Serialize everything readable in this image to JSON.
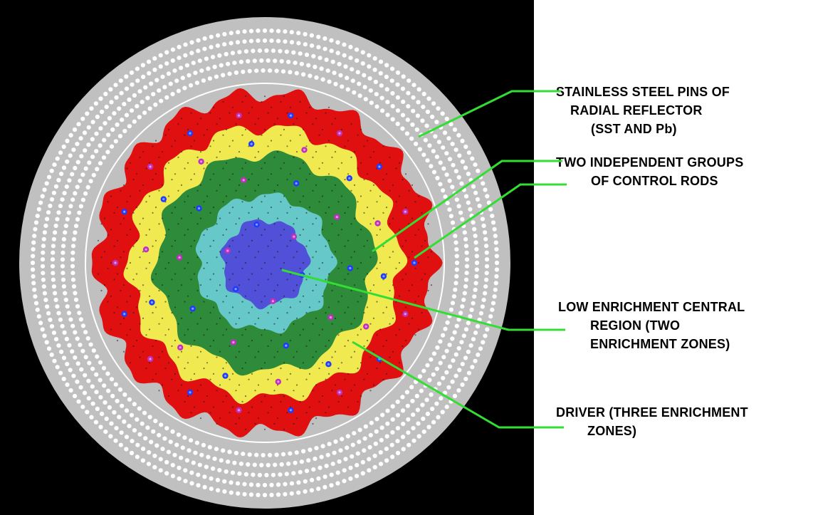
{
  "colors": {
    "background": "#000000",
    "reflector": "#c0c0c0",
    "reflector_pins": "#ffffff",
    "driver_outer": "#e01010",
    "driver_middle": "#f0ea50",
    "driver_inner": "#2e8b3a",
    "central_outer": "#66c8c8",
    "central_inner": "#5050d8",
    "control_rod_group_1": "#1e3cff",
    "control_rod_group_2": "#c030c0",
    "leader_line": "#33dd33"
  },
  "labels": {
    "reflector": [
      "STAINLESS STEEL PINS OF",
      "RADIAL REFLECTOR",
      "(SST AND Pb)"
    ],
    "control_rods": [
      "TWO INDEPENDENT GROUPS",
      "OF CONTROL RODS"
    ],
    "central_region": [
      "LOW ENRICHMENT CENTRAL",
      "REGION (TWO",
      "ENRICHMENT ZONES)"
    ],
    "driver": [
      "DRIVER (THREE ENRICHMENT",
      "ZONES)"
    ]
  }
}
